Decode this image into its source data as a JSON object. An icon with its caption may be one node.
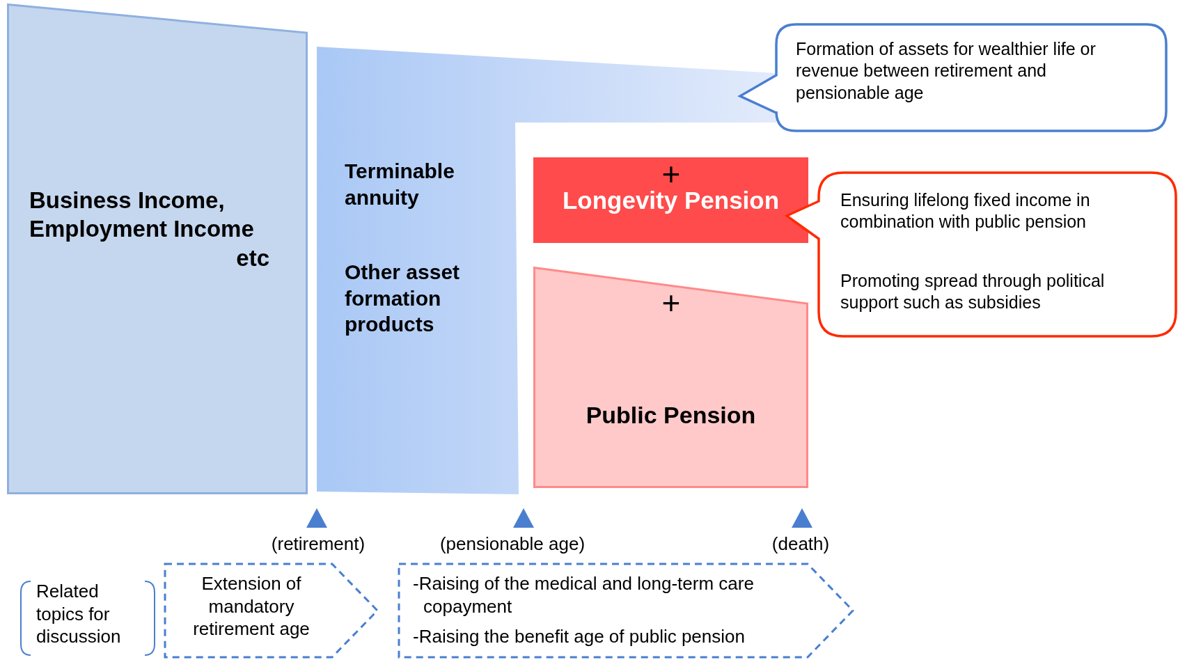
{
  "diagram": {
    "nodes": [
      {
        "text": [
          "Business Income, Employment Income etc"
        ]
      },
      {
        "text": [
          "Terminable annuity",
          "Other asset formation products"
        ]
      },
      {
        "text": [
          "Formation of assets for wealthier life or revenue between retirement and pensionable age"
        ]
      },
      {
        "text": [
          "+",
          "Longevity Pension"
        ]
      },
      {
        "text": [
          "Ensuring lifelong fixed income in combination with public pension",
          "Promoting spread through political support such as subsidies"
        ]
      },
      {
        "text": [
          "+",
          "Public Pension"
        ]
      },
      {
        "text": [
          "Related topics for discussion"
        ]
      },
      {
        "text": [
          "Extension of mandatory retirement age"
        ]
      },
      {
        "text": [
          "-Raising of the medical and long-term care copayment",
          "-Raising the benefit age of public pension"
        ]
      }
    ],
    "labels": [
      "(retirement)",
      "(pensionable age)",
      "(death)"
    ]
  }
}
